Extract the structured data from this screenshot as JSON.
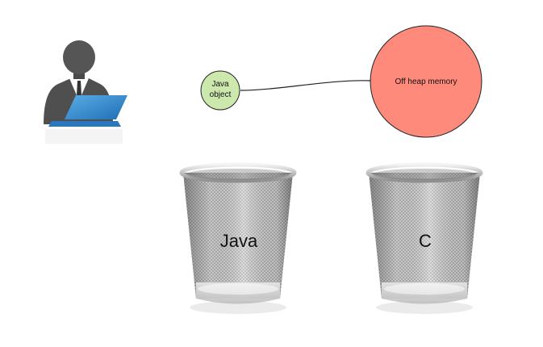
{
  "nodes": {
    "java_object": {
      "line1": "Java",
      "line2": "object",
      "fill": "#cce8ad",
      "stroke": "#222222"
    },
    "off_heap": {
      "label": "Off heap memory",
      "fill": "#fe8a7c",
      "stroke": "#222222"
    }
  },
  "bins": {
    "left": {
      "label": "Java"
    },
    "right": {
      "label": "C"
    }
  },
  "icons": {
    "user": "person-at-laptop-icon"
  },
  "colors": {
    "laptop": "#2e7fc9",
    "person": "#555555"
  }
}
